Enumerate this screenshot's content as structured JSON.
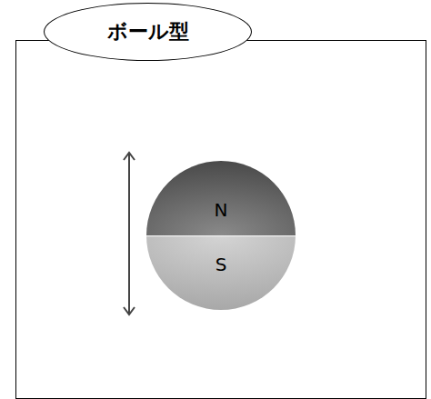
{
  "diagram": {
    "nodes": [
      {
        "text": [
          "ボール型"
        ]
      },
      {
        "text": [
          "N"
        ],
        "in": 0
      },
      {
        "text": [
          "S"
        ],
        "in": 0
      }
    ]
  }
}
